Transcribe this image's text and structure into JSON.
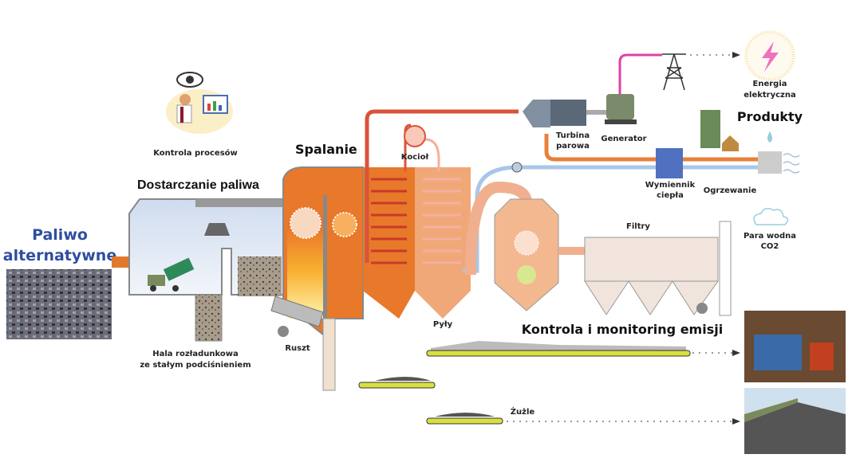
{
  "diagram": {
    "input": {
      "line1": "Paliwo",
      "line2": "alternatywne"
    },
    "stages": {
      "process_control": "Kontrola procesów",
      "fuel_delivery": "Dostarczanie paliwa",
      "combustion": "Spalanie",
      "boiler": "Kocioł",
      "turbine": {
        "line1": "Turbina",
        "line2": "parowa"
      },
      "generator": "Generator",
      "electricity": {
        "line1": "Energia",
        "line2": "elektryczna"
      },
      "products": "Produkty",
      "heat_exchanger": {
        "line1": "Wymiennik",
        "line2": "ciepła"
      },
      "heating": "Ogrzewanie",
      "steam_co2": {
        "line1": "Para wodna",
        "line2": "CO2"
      },
      "filters": "Filtry",
      "dust": "Pyły",
      "emission_control": "Kontrola i monitoring emisji",
      "grate": "Ruszt",
      "unloading_hall": {
        "line1": "Hala rozładunkowa",
        "line2": "ze stałym podciśnieniem"
      },
      "slag": "Żużle"
    },
    "colors": {
      "input_text": "#2f4ea0",
      "arrow": "#e07a2a",
      "furnace": "#e8782a",
      "boiler": "#f0a060",
      "steam_pipe": "#d9543a",
      "power_line": "#e040a8",
      "return_pipe": "#a9c6e8",
      "conveyor": "#d8e040"
    }
  }
}
